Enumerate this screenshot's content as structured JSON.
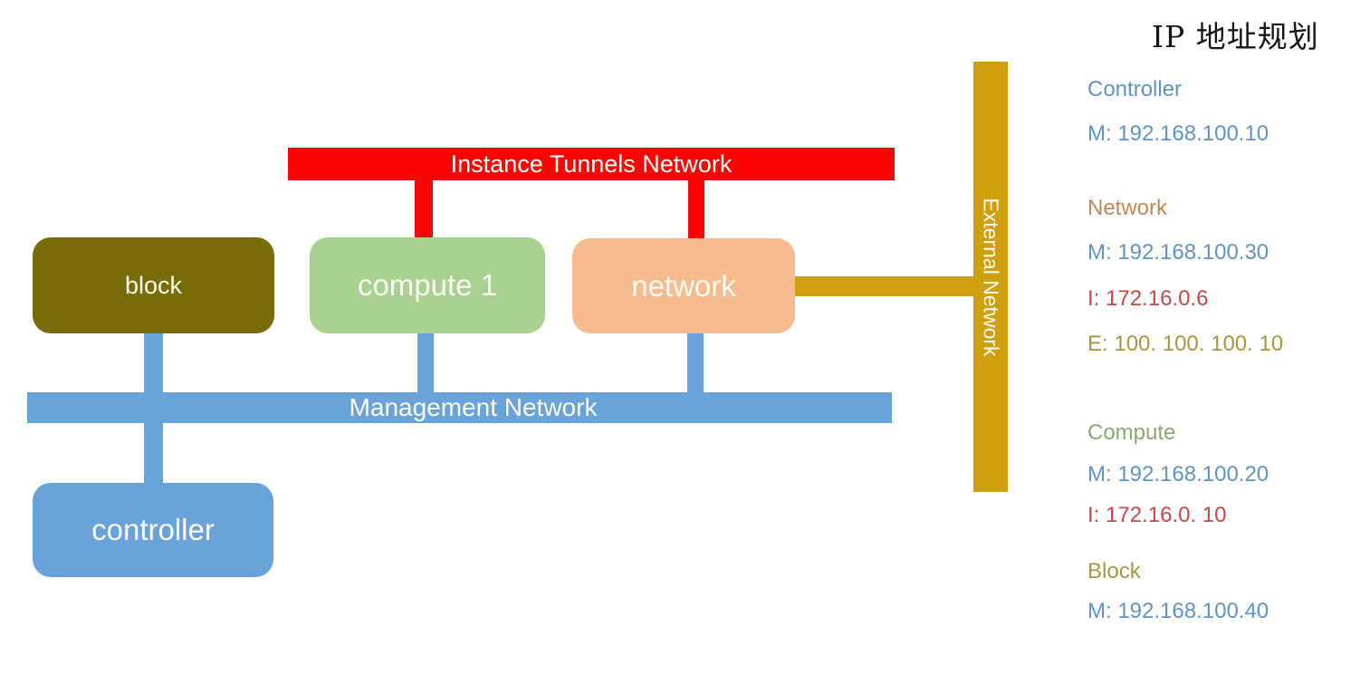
{
  "diagram": {
    "nodes": [
      {
        "id": "block",
        "label": "block",
        "color": "#786C08"
      },
      {
        "id": "compute1",
        "label": "compute 1",
        "color": "#A9D192"
      },
      {
        "id": "network",
        "label": "network",
        "color": "#F6BB8E"
      },
      {
        "id": "controller",
        "label": "controller",
        "color": "#6AA3D9"
      }
    ],
    "networks": [
      {
        "id": "instance-tunnels",
        "label": "Instance Tunnels Network",
        "color": "#FB0505"
      },
      {
        "id": "management",
        "label": "Management Network",
        "color": "#6AA3D9"
      },
      {
        "id": "external",
        "label": "External Network",
        "color": "#D09F0D"
      }
    ]
  },
  "legend": {
    "title": "IP 地址规划",
    "sections": [
      {
        "name": "Controller",
        "name_color": "#5E94C8",
        "entries": [
          {
            "text": "M: 192.168.100.10",
            "color": "#5E94C8"
          }
        ]
      },
      {
        "name": "Network",
        "name_color": "#C68653",
        "entries": [
          {
            "text": "M: 192.168.100.30",
            "color": "#5E94C8"
          },
          {
            "text": "I: 172.16.0.6",
            "color": "#C94747"
          },
          {
            "text": "E: 100. 100. 100. 10",
            "color": "#A39A40"
          }
        ]
      },
      {
        "name": "Compute",
        "name_color": "#8BA871",
        "entries": [
          {
            "text": "M: 192.168.100.20",
            "color": "#5E94C8"
          },
          {
            "text": "I: 172.16.0. 10",
            "color": "#C94747"
          }
        ]
      },
      {
        "name": "Block",
        "name_color": "#A39A40",
        "entries": [
          {
            "text": "M: 192.168.100.40",
            "color": "#5E94C8"
          }
        ]
      }
    ]
  }
}
